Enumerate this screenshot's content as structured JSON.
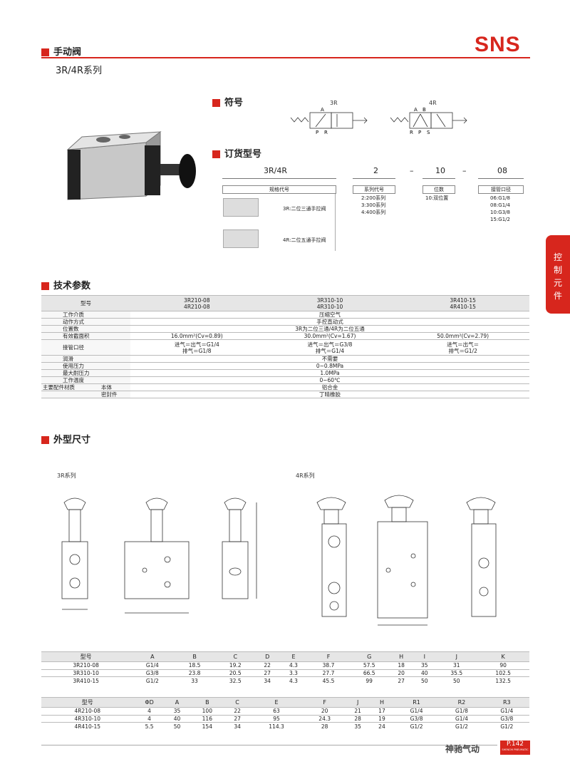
{
  "header": {
    "title": "手动阀",
    "subtitle": "3R/4R系列",
    "logo": "SNS",
    "sidetab": [
      "控",
      "制",
      "元",
      "件"
    ]
  },
  "symbol": {
    "title": "符号",
    "label_3r": "3R",
    "label_4r": "4R",
    "ports_3r": [
      "A",
      "P",
      "R"
    ],
    "ports_4r": [
      "A",
      "B",
      "R",
      "P",
      "S"
    ]
  },
  "order": {
    "title": "订货型号",
    "code": [
      "3R/4R",
      "2",
      "10",
      "08"
    ],
    "dash": "–",
    "col1_head": "规格代号",
    "col1_items": [
      "3R:二位三通手拉阀",
      "4R:二位五通手拉阀"
    ],
    "col2_head": "系列代号",
    "col2_items": [
      "2:200系列",
      "3:300系列",
      "4:400系列"
    ],
    "col3_head": "位数",
    "col3_items": [
      "10:双位置"
    ],
    "col4_head": "接管口径",
    "col4_items": [
      "06:G1/8",
      "08:G1/4",
      "10:G3/8",
      "15:G1/2"
    ]
  },
  "tech": {
    "title": "技术参数",
    "head": [
      "型号",
      "3R210-08\n4R210-08",
      "3R310-10\n4R310-10",
      "3R410-15\n4R410-15"
    ],
    "rows": [
      [
        "工作介质",
        "压缩空气"
      ],
      [
        "动作方式",
        "手控直动式"
      ],
      [
        "位置数",
        "3R为二位三通/4R为二位五通"
      ],
      [
        "有效截面积",
        "16.0mm²(Cv=0.89)",
        "30.0mm²(Cv=1.67)",
        "50.0mm²(Cv=2.79)"
      ],
      [
        "接管口径",
        "进气＝出气＝G1/4\n排气＝G1/8",
        "进气＝出气＝G3/8\n排气＝G1/4",
        "进气＝出气＝\n排气＝G1/2"
      ],
      [
        "润滑",
        "不需要"
      ],
      [
        "使用压力",
        "0~0.8MPa"
      ],
      [
        "最大耐压力",
        "1.0MPa"
      ],
      [
        "工作温度",
        "0~60℃"
      ]
    ],
    "material": {
      "label": "主要配件材质",
      "body": "本体",
      "body_val": "铝合金",
      "seal": "密封件",
      "seal_val": "丁晴橡胶"
    }
  },
  "dims": {
    "title": "外型尺寸",
    "label_3r": "3R系列",
    "label_4r": "4R系列",
    "t1_head": [
      "型号",
      "A",
      "B",
      "C",
      "D",
      "E",
      "F",
      "G",
      "H",
      "I",
      "J",
      "K"
    ],
    "t1_rows": [
      [
        "3R210-08",
        "G1/4",
        "18.5",
        "19.2",
        "22",
        "4.3",
        "38.7",
        "57.5",
        "18",
        "35",
        "31",
        "90"
      ],
      [
        "3R310-10",
        "G3/8",
        "23.8",
        "20.5",
        "27",
        "3.3",
        "27.7",
        "66.5",
        "20",
        "40",
        "35.5",
        "102.5"
      ],
      [
        "3R410-15",
        "G1/2",
        "33",
        "32.5",
        "34",
        "4.3",
        "45.5",
        "99",
        "27",
        "50",
        "50",
        "132.5"
      ]
    ],
    "t2_head": [
      "型号",
      "ΦD",
      "A",
      "B",
      "C",
      "E",
      "F",
      "J",
      "H",
      "R1",
      "R2",
      "R3"
    ],
    "t2_rows": [
      [
        "4R210-08",
        "4",
        "35",
        "100",
        "22",
        "63",
        "20",
        "21",
        "17",
        "G1/4",
        "G1/8",
        "G1/4"
      ],
      [
        "4R310-10",
        "4",
        "40",
        "116",
        "27",
        "95",
        "24.3",
        "28",
        "19",
        "G3/8",
        "G1/4",
        "G3/8"
      ],
      [
        "4R410-15",
        "5.5",
        "50",
        "154",
        "34",
        "114.3",
        "28",
        "35",
        "24",
        "G1/2",
        "G1/2",
        "G1/2"
      ]
    ]
  },
  "footer": {
    "brand": "神驰气动",
    "page": "P.142",
    "sub": "SHENCHI PNEUMATIC"
  }
}
